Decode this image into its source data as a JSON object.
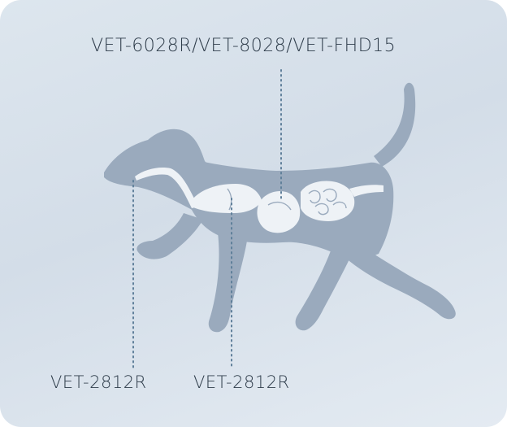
{
  "labels": {
    "top": "VET-6028R/VET-8028/VET-FHD15",
    "bottom_left": "VET-2812R",
    "bottom_middle": "VET-2812R"
  },
  "colors": {
    "background": "#d8e1ea",
    "dog_silhouette": "#9aaabd",
    "organs": "#eef2f6",
    "leader_line": "#5f7f9a",
    "text": "#2e3c4a"
  }
}
